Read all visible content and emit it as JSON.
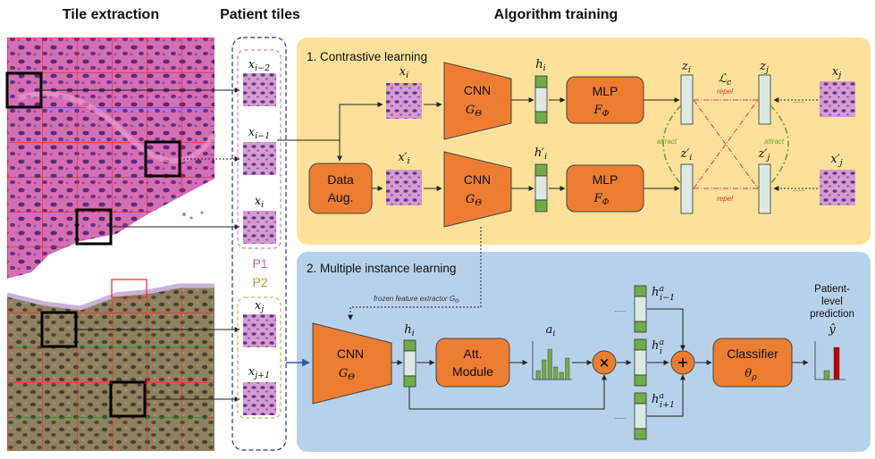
{
  "headers": {
    "tile_extraction": "Tile extraction",
    "patient_tiles": "Patient tiles",
    "algorithm_training": "Algorithm training"
  },
  "tiles": {
    "x_i_minus_2": "x",
    "x_i_minus_2_sub": "i−2",
    "x_i_minus_1": "x",
    "x_i_minus_1_sub": "i−1",
    "x_i": "x",
    "x_i_sub": "i",
    "p1": "P1",
    "p2": "P2",
    "x_j": "x",
    "x_j_sub": "j",
    "x_j_plus_1": "x",
    "x_j_plus_1_sub": "j+1"
  },
  "contrastive": {
    "title": "1. Contrastive learning",
    "xi": "x",
    "xi_sub": "i",
    "xi_prime": "x′",
    "xi_prime_sub": "i",
    "data_aug_line1": "Data",
    "data_aug_line2": "Aug.",
    "cnn": "CNN",
    "cnn_param": "G",
    "cnn_param_sub": "Θ",
    "mlp": "MLP",
    "mlp_param": "F",
    "mlp_param_sub": "Φ",
    "hi": "h",
    "hi_sub": "i",
    "hi_prime": "h′",
    "hi_prime_sub": "i",
    "zi": "z",
    "zi_sub": "i",
    "zi_prime": "z′",
    "zi_prime_sub": "i",
    "zj": "z",
    "zj_sub": "j",
    "zj_prime": "z′",
    "zj_prime_sub": "j",
    "xj": "x",
    "xj_sub": "j",
    "xj_prime": "x′",
    "xj_prime_sub": "j",
    "loss": "ℒ",
    "loss_sub": "c",
    "repel_top": "repel",
    "repel_bottom": "repel",
    "attract_left": "attract",
    "attract_right": "attract"
  },
  "mil": {
    "title": "2. Multiple instance learning",
    "frozen_label": "frozen feature extractor G",
    "frozen_label_sub": "Θ",
    "cnn": "CNN",
    "cnn_param": "G",
    "cnn_param_sub": "Θ",
    "hi": "h",
    "hi_sub": "i",
    "att_line1": "Att.",
    "att_line2": "Module",
    "ai": "a",
    "ai_sub": "i",
    "multiply_symbol": "×",
    "sum_symbol": "+",
    "h_a_prev": "h",
    "h_a_prev_sup": "a",
    "h_a_prev_sub": "i−1",
    "h_a_i": "h",
    "h_a_i_sup": "a",
    "h_a_i_sub": "i",
    "h_a_next": "h",
    "h_a_next_sup": "a",
    "h_a_next_sub": "i+1",
    "classifier": "Classifier",
    "classifier_param": "θ",
    "classifier_param_sub": "ρ",
    "prediction_line1": "Patient-",
    "prediction_line2": "level",
    "prediction_line3": "prediction",
    "y_hat": "ŷ",
    "attention_values": [
      0.25,
      0.55,
      0.85,
      0.35,
      0.2,
      0.6
    ],
    "prediction_values": [
      0.25,
      0.9
    ],
    "dots": "......"
  },
  "colors": {
    "contrastive_bg": "#fde19a",
    "mil_bg": "#b7d1ea",
    "orange": "#ed7d31",
    "green": "#70ad47",
    "light_cell": "#dce9e3",
    "red": "#c00000",
    "attract": "#70a030",
    "repel": "#e53935",
    "p1": "#c064b0",
    "p2": "#b8a020",
    "arrow_blue": "#2e5fa0"
  }
}
